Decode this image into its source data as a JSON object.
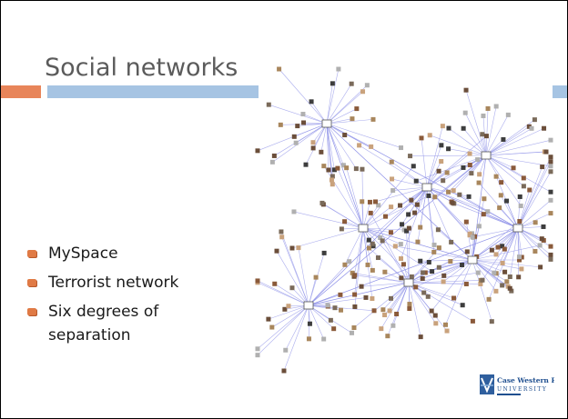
{
  "slide": {
    "title": "Social networks",
    "bullets": [
      {
        "text": "MySpace"
      },
      {
        "text": "Terrorist network"
      },
      {
        "text": "Six degrees of"
      }
    ],
    "bullet_continuation": "separation"
  },
  "logo": {
    "line1": "Case Western Reserve",
    "line2": "UNIVERSITY"
  },
  "colors": {
    "accent_orange": "#e8855a",
    "accent_blue": "#a6c4e3",
    "network_edge": "#8f92e8"
  }
}
